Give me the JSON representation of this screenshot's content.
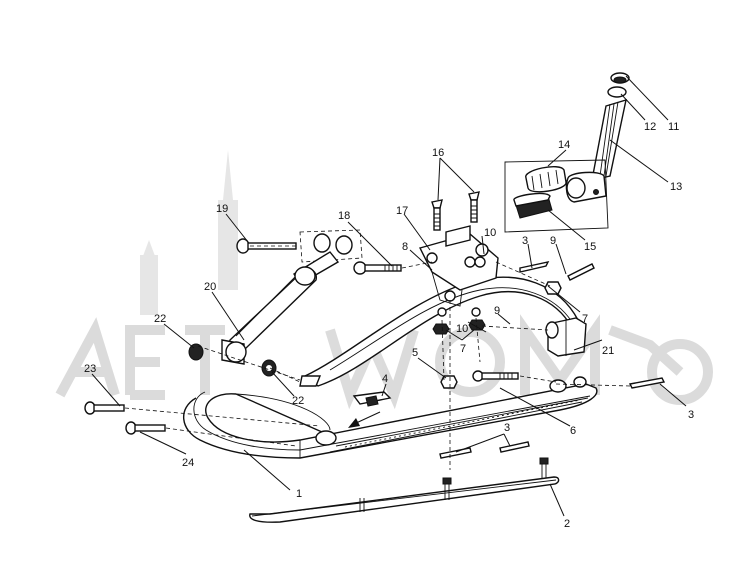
{
  "callouts": [
    "1",
    "2",
    "3",
    "3",
    "3",
    "4",
    "5",
    "6",
    "7",
    "7",
    "8",
    "9",
    "9",
    "10",
    "10",
    "11",
    "12",
    "13",
    "14",
    "15",
    "16",
    "17",
    "18",
    "19",
    "20",
    "21",
    "22",
    "22",
    "23",
    "24"
  ],
  "icons": [
    "watermark-logo"
  ]
}
